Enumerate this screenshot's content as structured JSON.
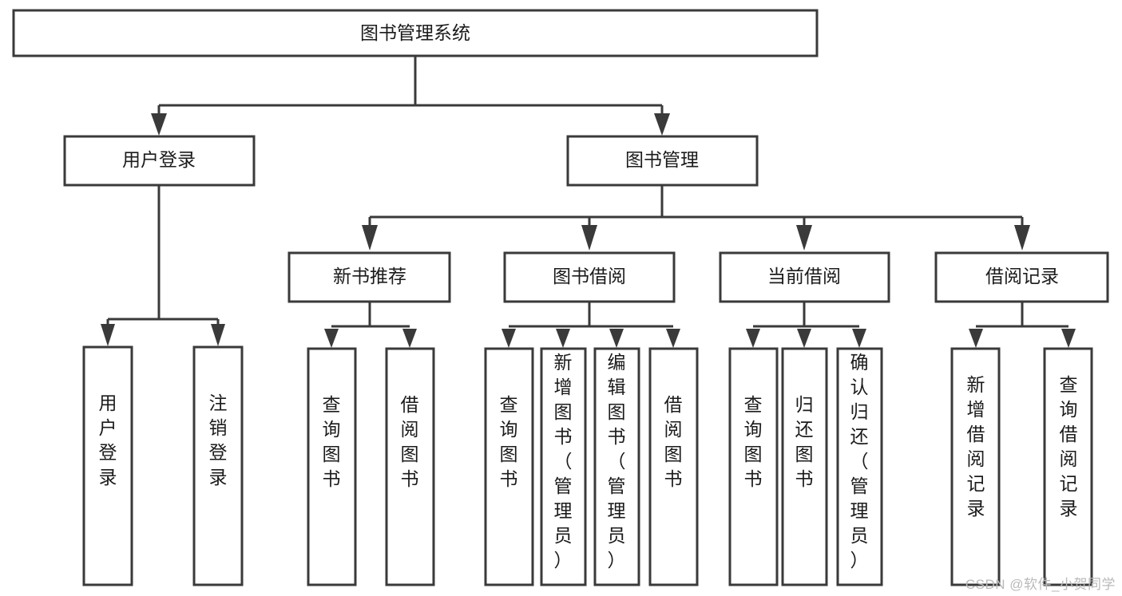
{
  "diagram": {
    "type": "tree-hierarchy-chart",
    "title": "图书管理系统",
    "watermark": "CSDN @软件_小贺同学",
    "colors": {
      "stroke": "#3a3a3a",
      "fill": "#ffffff",
      "text": "#1b1b1b",
      "watermark": "#b9b9b9"
    },
    "root": {
      "label": "图书管理系统"
    },
    "level1": [
      {
        "id": "user-login",
        "label": "用户登录"
      },
      {
        "id": "book-management",
        "label": "图书管理"
      }
    ],
    "level2": [
      {
        "id": "new-book-recommend",
        "label": "新书推荐",
        "parent": "book-management"
      },
      {
        "id": "book-borrow",
        "label": "图书借阅",
        "parent": "book-management"
      },
      {
        "id": "current-borrow",
        "label": "当前借阅",
        "parent": "book-management"
      },
      {
        "id": "borrow-record",
        "label": "借阅记录",
        "parent": "book-management"
      }
    ],
    "leaves": [
      {
        "id": "leaf-user-login",
        "label": "用户登录",
        "parent": "user-login"
      },
      {
        "id": "leaf-logout",
        "label": "注销登录",
        "parent": "user-login"
      },
      {
        "id": "leaf-query-book-1",
        "label": "查询图书",
        "parent": "new-book-recommend"
      },
      {
        "id": "leaf-borrow-book-1",
        "label": "借阅图书",
        "parent": "new-book-recommend"
      },
      {
        "id": "leaf-query-book-2",
        "label": "查询图书",
        "parent": "book-borrow"
      },
      {
        "id": "leaf-add-book",
        "label": "新增图书（管理员）",
        "parent": "book-borrow"
      },
      {
        "id": "leaf-edit-book",
        "label": "编辑图书（管理员）",
        "parent": "book-borrow"
      },
      {
        "id": "leaf-borrow-book-2",
        "label": "借阅图书",
        "parent": "book-borrow"
      },
      {
        "id": "leaf-query-book-3",
        "label": "查询图书",
        "parent": "current-borrow"
      },
      {
        "id": "leaf-return-book",
        "label": "归还图书",
        "parent": "current-borrow"
      },
      {
        "id": "leaf-confirm-return",
        "label": "确认归还（管理员）",
        "parent": "current-borrow"
      },
      {
        "id": "leaf-add-record",
        "label": "新增借阅记录",
        "parent": "borrow-record"
      },
      {
        "id": "leaf-query-record",
        "label": "查询借阅记录",
        "parent": "borrow-record"
      }
    ]
  }
}
